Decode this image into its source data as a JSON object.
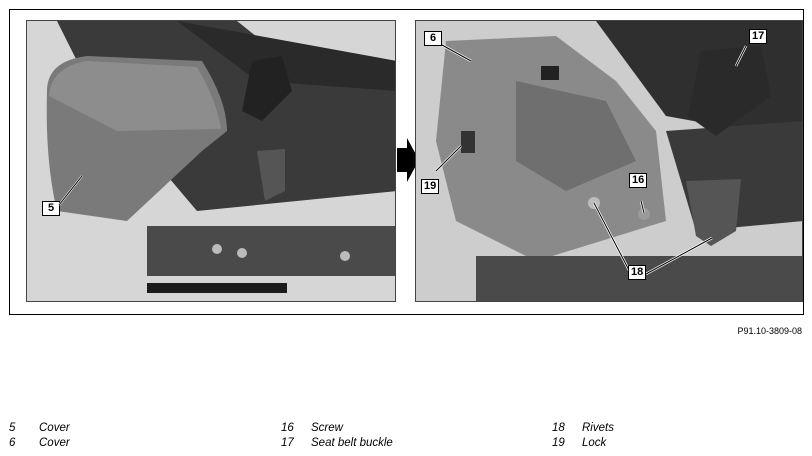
{
  "figure": {
    "left_photo": {
      "callouts": [
        {
          "label": "5"
        }
      ]
    },
    "right_photo": {
      "callouts": [
        {
          "label": "6"
        },
        {
          "label": "17"
        },
        {
          "label": "19"
        },
        {
          "label": "16"
        },
        {
          "label": "18"
        }
      ]
    },
    "reference_code": "P91.10-3809-08"
  },
  "legend": [
    {
      "number": "5",
      "text": "Cover"
    },
    {
      "number": "6",
      "text": "Cover"
    },
    {
      "number": "16",
      "text": "Screw"
    },
    {
      "number": "17",
      "text": "Seat belt buckle"
    },
    {
      "number": "18",
      "text": "Rivets"
    },
    {
      "number": "19",
      "text": "Lock"
    }
  ]
}
